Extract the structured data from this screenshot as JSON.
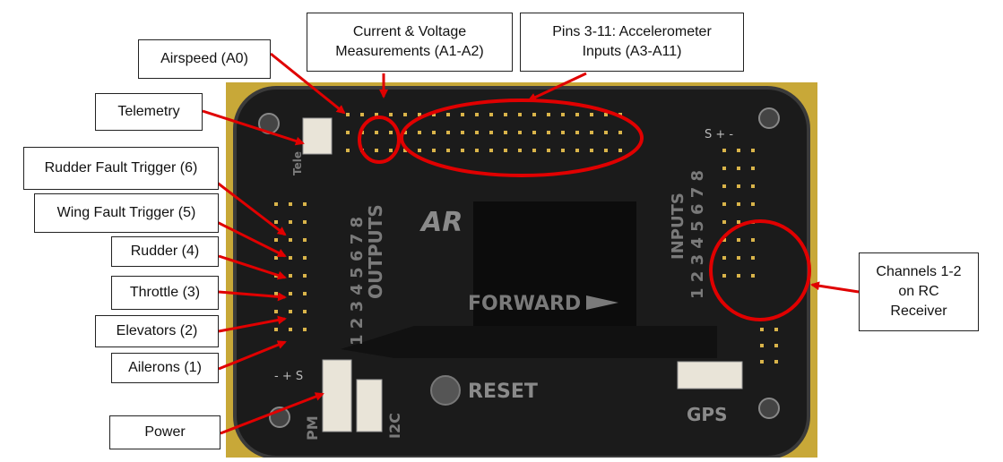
{
  "callouts": {
    "airspeed": "Airspeed (A0)",
    "current_voltage": "Current & Voltage\nMeasurements  (A1-A2)",
    "pins": "Pins 3-11: Accelerometer\nInputs (A3-A11)",
    "telemetry": "Telemetry",
    "rudder_fault": "Rudder Fault Trigger (6)",
    "wing_fault": "Wing Fault Trigger (5)",
    "rudder": "Rudder (4)",
    "throttle": "Throttle  (3)",
    "elevators": "Elevators (2)",
    "ailerons": "Ailerons (1)",
    "power": "Power",
    "channels": "Channels 1-2\non RC\nReceiver"
  },
  "board_labels": {
    "outputs": "OUTPUTS",
    "outputs_numbers": "1 2 3 4 5 6 7 8",
    "inputs": "INPUTS",
    "inputs_numbers": "1 2 3 4 5 6 7 8",
    "forward": "FORWARD",
    "reset": "RESET",
    "gps": "GPS",
    "i2c": "I2C",
    "pm": "PM",
    "tele": "Tele",
    "polarity_left": "- + S",
    "polarity_right": "S + -",
    "brand_partial": "AR"
  },
  "colors": {
    "board": "#1b1b1b",
    "board_edge": "#3a3a3a",
    "pcb": "#c8a838",
    "pin": "#d9b44a",
    "arrow": "#e00000",
    "label_text": "#7a7a7a",
    "sticker": "#0c0c0c"
  }
}
